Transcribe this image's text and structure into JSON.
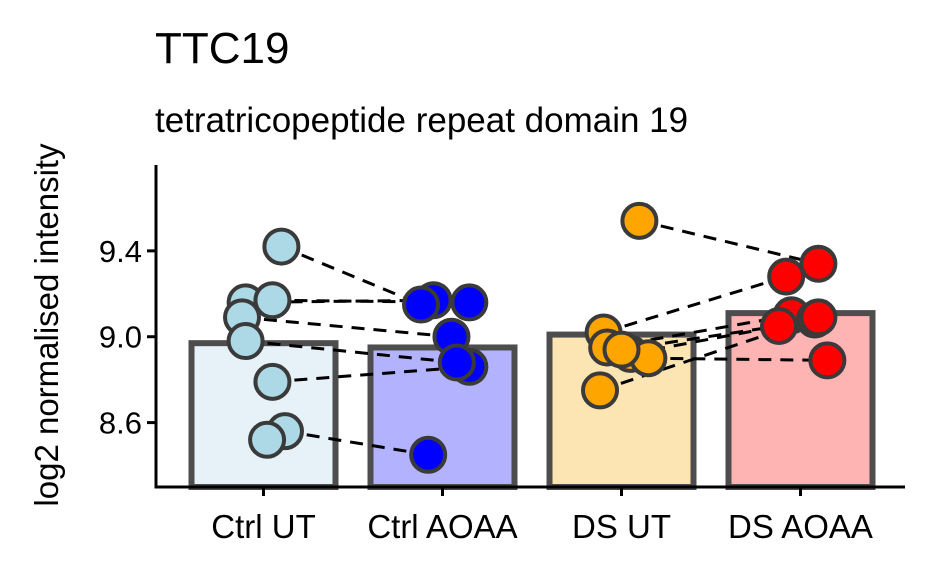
{
  "chart_data": {
    "type": "bar",
    "title": "TTC19",
    "subtitle": "tetratricopeptide repeat domain 19",
    "xlabel": "",
    "ylabel": "log2 normalised intensity",
    "ylim": [
      8.3,
      9.8
    ],
    "yticks": [
      8.6,
      9.0,
      9.4
    ],
    "ytick_labels": [
      "8.6",
      "9.0",
      "9.4"
    ],
    "categories": [
      "Ctrl UT",
      "Ctrl AOAA",
      "DS UT",
      "DS AOAA"
    ],
    "bar_values": [
      8.97,
      8.95,
      9.01,
      9.11
    ],
    "bar_colors": [
      "#e6f1f8",
      "#b2b2ff",
      "#fde4b3",
      "#ffb4b4"
    ],
    "point_colors": [
      "#add8e6",
      "#0000ff",
      "#ffa500",
      "#ff0000"
    ],
    "points": [
      [
        {
          "x": 0.1,
          "y": 9.42
        },
        {
          "x": -0.1,
          "y": 9.16
        },
        {
          "x": 0.05,
          "y": 9.17
        },
        {
          "x": -0.12,
          "y": 9.09
        },
        {
          "x": -0.1,
          "y": 8.98
        },
        {
          "x": 0.05,
          "y": 8.79
        },
        {
          "x": 0.12,
          "y": 8.56
        },
        {
          "x": 0.02,
          "y": 8.52
        }
      ],
      [
        {
          "x": -0.05,
          "y": 9.17
        },
        {
          "x": 0.15,
          "y": 9.16
        },
        {
          "x": -0.12,
          "y": 9.15
        },
        {
          "x": 0.05,
          "y": 9.0
        },
        {
          "x": 0.15,
          "y": 8.86
        },
        {
          "x": 0.08,
          "y": 8.88
        },
        {
          "x": -0.08,
          "y": 8.45
        }
      ],
      [
        {
          "x": 0.1,
          "y": 9.54
        },
        {
          "x": -0.1,
          "y": 9.02
        },
        {
          "x": -0.08,
          "y": 8.95
        },
        {
          "x": 0.05,
          "y": 8.92
        },
        {
          "x": 0.15,
          "y": 8.9
        },
        {
          "x": 0.0,
          "y": 8.94
        },
        {
          "x": -0.12,
          "y": 8.75
        }
      ],
      [
        {
          "x": 0.1,
          "y": 9.34
        },
        {
          "x": -0.08,
          "y": 9.28
        },
        {
          "x": -0.05,
          "y": 9.1
        },
        {
          "x": 0.08,
          "y": 9.08
        },
        {
          "x": -0.12,
          "y": 9.05
        },
        {
          "x": 0.1,
          "y": 9.09
        },
        {
          "x": 0.15,
          "y": 8.89
        }
      ]
    ],
    "links": [
      [
        [
          0,
          0
        ],
        [
          1,
          2
        ]
      ],
      [
        [
          0,
          1
        ],
        [
          1,
          0
        ]
      ],
      [
        [
          0,
          2
        ],
        [
          1,
          1
        ]
      ],
      [
        [
          0,
          3
        ],
        [
          1,
          3
        ]
      ],
      [
        [
          0,
          4
        ],
        [
          1,
          5
        ]
      ],
      [
        [
          0,
          5
        ],
        [
          1,
          4
        ]
      ],
      [
        [
          0,
          6
        ],
        [
          1,
          6
        ]
      ],
      [
        [
          2,
          0
        ],
        [
          3,
          0
        ]
      ],
      [
        [
          2,
          1
        ],
        [
          3,
          1
        ]
      ],
      [
        [
          2,
          2
        ],
        [
          3,
          2
        ]
      ],
      [
        [
          2,
          3
        ],
        [
          3,
          3
        ]
      ],
      [
        [
          2,
          4
        ],
        [
          3,
          6
        ]
      ],
      [
        [
          2,
          5
        ],
        [
          3,
          4
        ]
      ],
      [
        [
          2,
          6
        ],
        [
          3,
          5
        ]
      ]
    ],
    "grid": false,
    "legend": "none"
  }
}
